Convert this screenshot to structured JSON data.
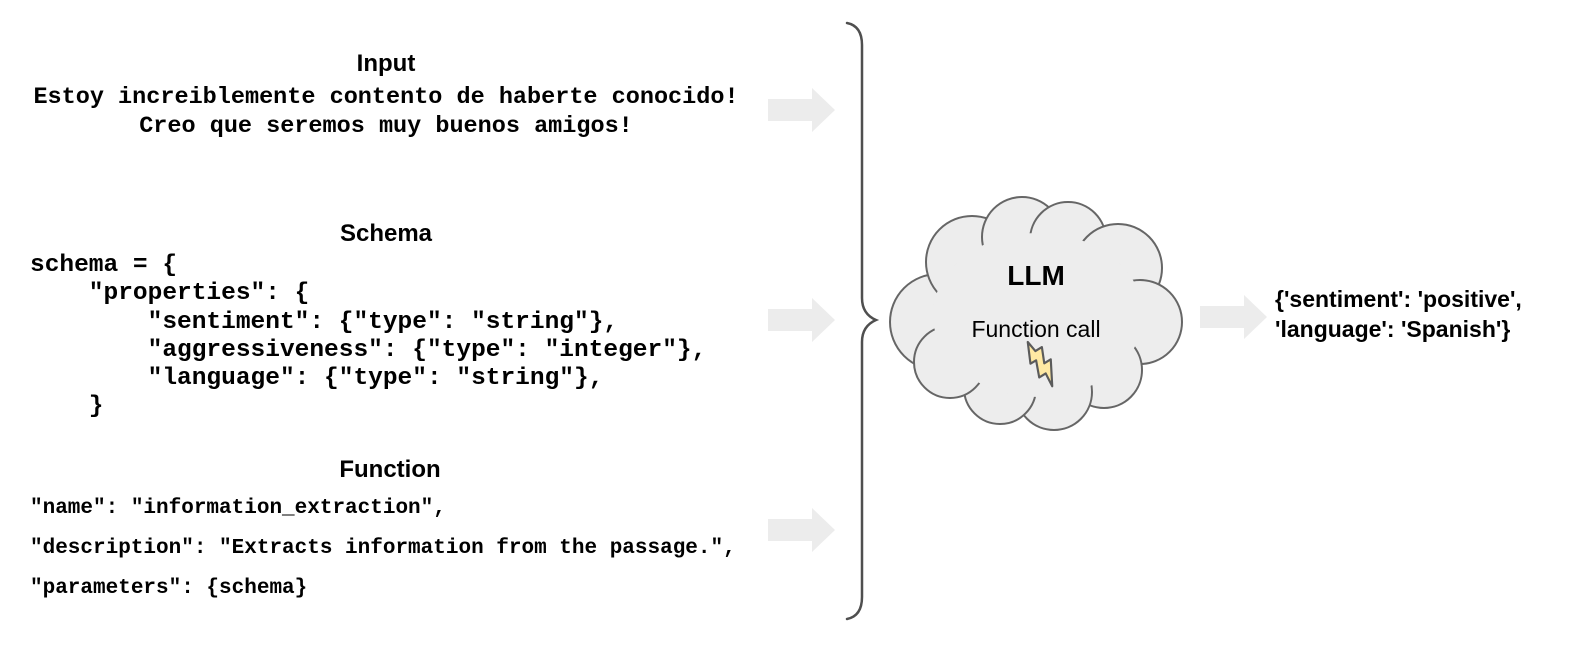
{
  "palette": {
    "background": "#ffffff",
    "text": "#000000",
    "arrow_fill": "#ececec",
    "cloud_fill": "#ededed",
    "cloud_stroke": "#666666",
    "brace_stroke": "#4f4f4f",
    "bolt_fill": "#ffe9a3",
    "bolt_stroke": "#5b5b5b"
  },
  "sections": {
    "input": {
      "heading": "Input",
      "lines": [
        "Estoy increiblemente contento de haberte conocido!",
        "Creo que seremos muy buenos amigos!"
      ]
    },
    "schema": {
      "heading": "Schema",
      "code": [
        "schema = {",
        "    \"properties\": {",
        "        \"sentiment\": {\"type\": \"string\"},",
        "        \"aggressiveness\": {\"type\": \"integer\"},",
        "        \"language\": {\"type\": \"string\"},",
        "    }"
      ]
    },
    "function": {
      "heading": "Function",
      "code": [
        "\"name\": \"information_extraction\",",
        "\"description\": \"Extracts information from the passage.\",",
        "\"parameters\": {schema}"
      ]
    }
  },
  "llm_cloud": {
    "title": "LLM",
    "subtitle": "Function call",
    "icon": "lightning-bolt-icon"
  },
  "output": {
    "lines": [
      "{'sentiment': 'positive',",
      "'language': 'Spanish'}"
    ]
  }
}
